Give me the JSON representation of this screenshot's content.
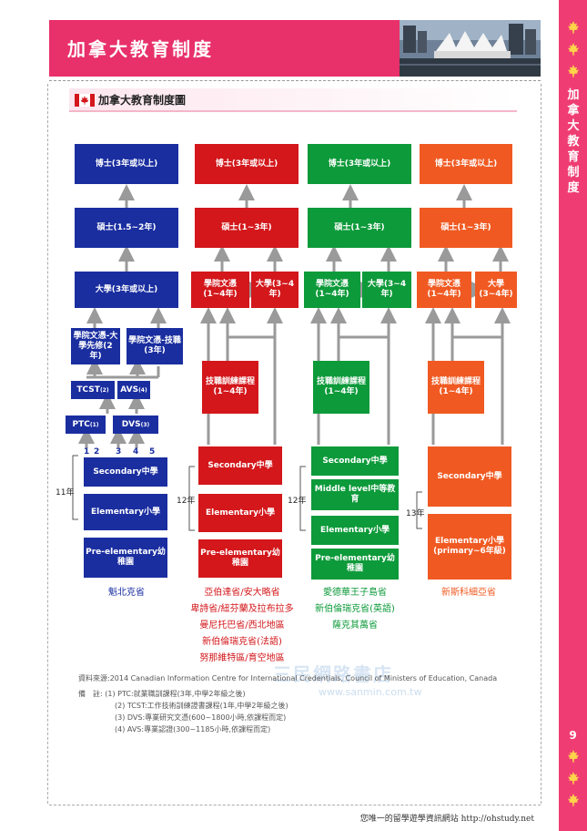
{
  "header": {
    "title": "加拿大教育制度"
  },
  "sidebar": {
    "title": "加拿大教育制度",
    "page_number": "9"
  },
  "section": {
    "heading": "加拿大教育制度圖"
  },
  "columns": {
    "blue": {
      "phd": "博士(3年或以上)",
      "master": "碩士(1.5~2年)",
      "bachelor": "大學(3年或以上)",
      "college_prep": "學院文憑-大學先修(2年)",
      "college_tech": "學院文憑-技職(3年)",
      "tcst": "TCST",
      "tcst_sup": "(2)",
      "avs": "AVS",
      "avs_sup": "(4)",
      "ptc": "PTC",
      "ptc_sup": "(1)",
      "dvs": "DVS",
      "dvs_sup": "(3)",
      "nums": [
        "1",
        "2",
        "3",
        "4",
        "5"
      ],
      "secondary": "Secondary中學",
      "elementary": "Elementary小學",
      "pre_elementary": "Pre-elementary幼稚園",
      "years": "11年",
      "regions": [
        "魁北克省"
      ]
    },
    "red": {
      "phd": "博士(3年或以上)",
      "master": "碩士(1~3年)",
      "college": "學院文憑(1~4年)",
      "university": "大學(3~4年)",
      "vocational": "技職訓練課程(1~4年)",
      "secondary": "Secondary中學",
      "elementary": "Elementary小學",
      "pre_elementary": "Pre-elementary幼稚園",
      "years": "12年",
      "regions": [
        "亞伯達省/安大略省",
        "卑詩省/紐芬蘭及拉布拉多",
        "曼尼托巴省/西北地區",
        "新伯倫瑞克省(法語)",
        "努那維特區/育空地區"
      ]
    },
    "green": {
      "phd": "博士(3年或以上)",
      "master": "碩士(1~3年)",
      "college": "學院文憑(1~4年)",
      "university": "大學(3~4年)",
      "vocational": "技職訓練課程(1~4年)",
      "secondary": "Secondary中學",
      "middle": "Middle level中等教育",
      "elementary": "Elementary小學",
      "pre_elementary": "Pre-elementary幼稚園",
      "years": "12年",
      "regions": [
        "愛德華王子島省",
        "新伯倫瑞克省(英語)",
        "薩克其萬省"
      ]
    },
    "orange": {
      "phd": "博士(3年或以上)",
      "master": "碩士(1~3年)",
      "college": "學院文憑(1~4年)",
      "university": "大學(3~4年)",
      "vocational": "技職訓練課程(1~4年)",
      "secondary": "Secondary中學",
      "elementary": "Elementary小學(primary~6年級)",
      "years": "13年",
      "regions": [
        "新斯科細亞省"
      ]
    }
  },
  "notes": {
    "source": "資料來源:2014 Canadian Information Centre for International Credentials, Council of Ministers of Education, Canada",
    "label": "備　註:",
    "items": [
      "(1)  PTC:就業職訓課程(3年,中學2年級之後)",
      "(2)  TCST:工作技術訓練證書課程(1年,中學2年級之後)",
      "(3)  DVS:專業研究文憑(600~1800小時,依課程而定)",
      "(4)  AVS:專業認證(300~1185小時,依課程而定)"
    ]
  },
  "watermark": {
    "text": "三民網路書店",
    "url": "www.sanmin.com.tw"
  },
  "footer": {
    "text": "您唯一的留學遊學資訊網站 http://ohstudy.net"
  },
  "colors": {
    "pink": "#e8306a",
    "blue": "#1a2ea0",
    "red": "#d3171b",
    "green": "#0d9a3a",
    "orange": "#f05a22"
  }
}
